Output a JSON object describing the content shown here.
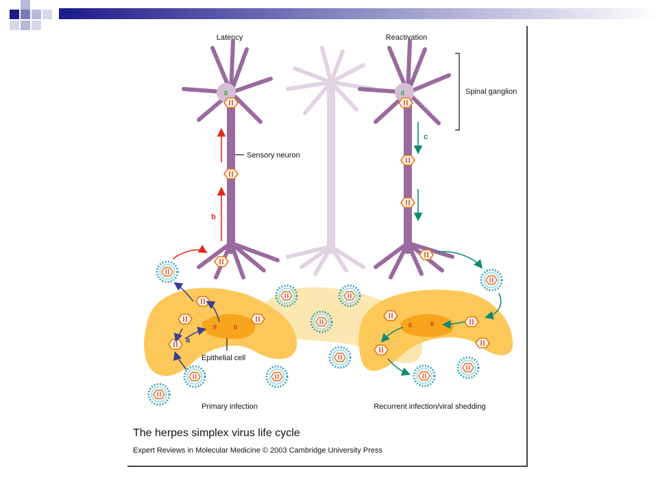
{
  "labels": {
    "latency": "Latency",
    "reactivation": "Reactivation",
    "spinal_ganglion": "Spinal ganglion",
    "sensory_neuron": "Sensory neuron",
    "epithelial_cell": "Epithelial cell",
    "primary_infection": "Primary infection",
    "recurrent_infection": "Recurrent infection/viral shedding",
    "step_a": "a",
    "step_b": "b",
    "step_c": "c"
  },
  "caption": {
    "title": "The herpes simplex virus life cycle",
    "credit": "Expert Reviews in Molecular Medicine © 2003 Cambridge University Press"
  },
  "colors": {
    "neuron": "#9a6a9e",
    "neuron_faded": "#e2d3e3",
    "epithelial": "#fdc85a",
    "epithelial_faded": "#fde7b0",
    "nucleus": "#f7a51c",
    "virus_spikes": "#3aa5bf",
    "red_arrow": "#e02a1a",
    "blue_arrow": "#3b3f8f",
    "teal_arrow": "#0f8a72",
    "header_navy": "#1b1b8a"
  },
  "icons": [
    "virion-icon",
    "capsid-icon"
  ]
}
